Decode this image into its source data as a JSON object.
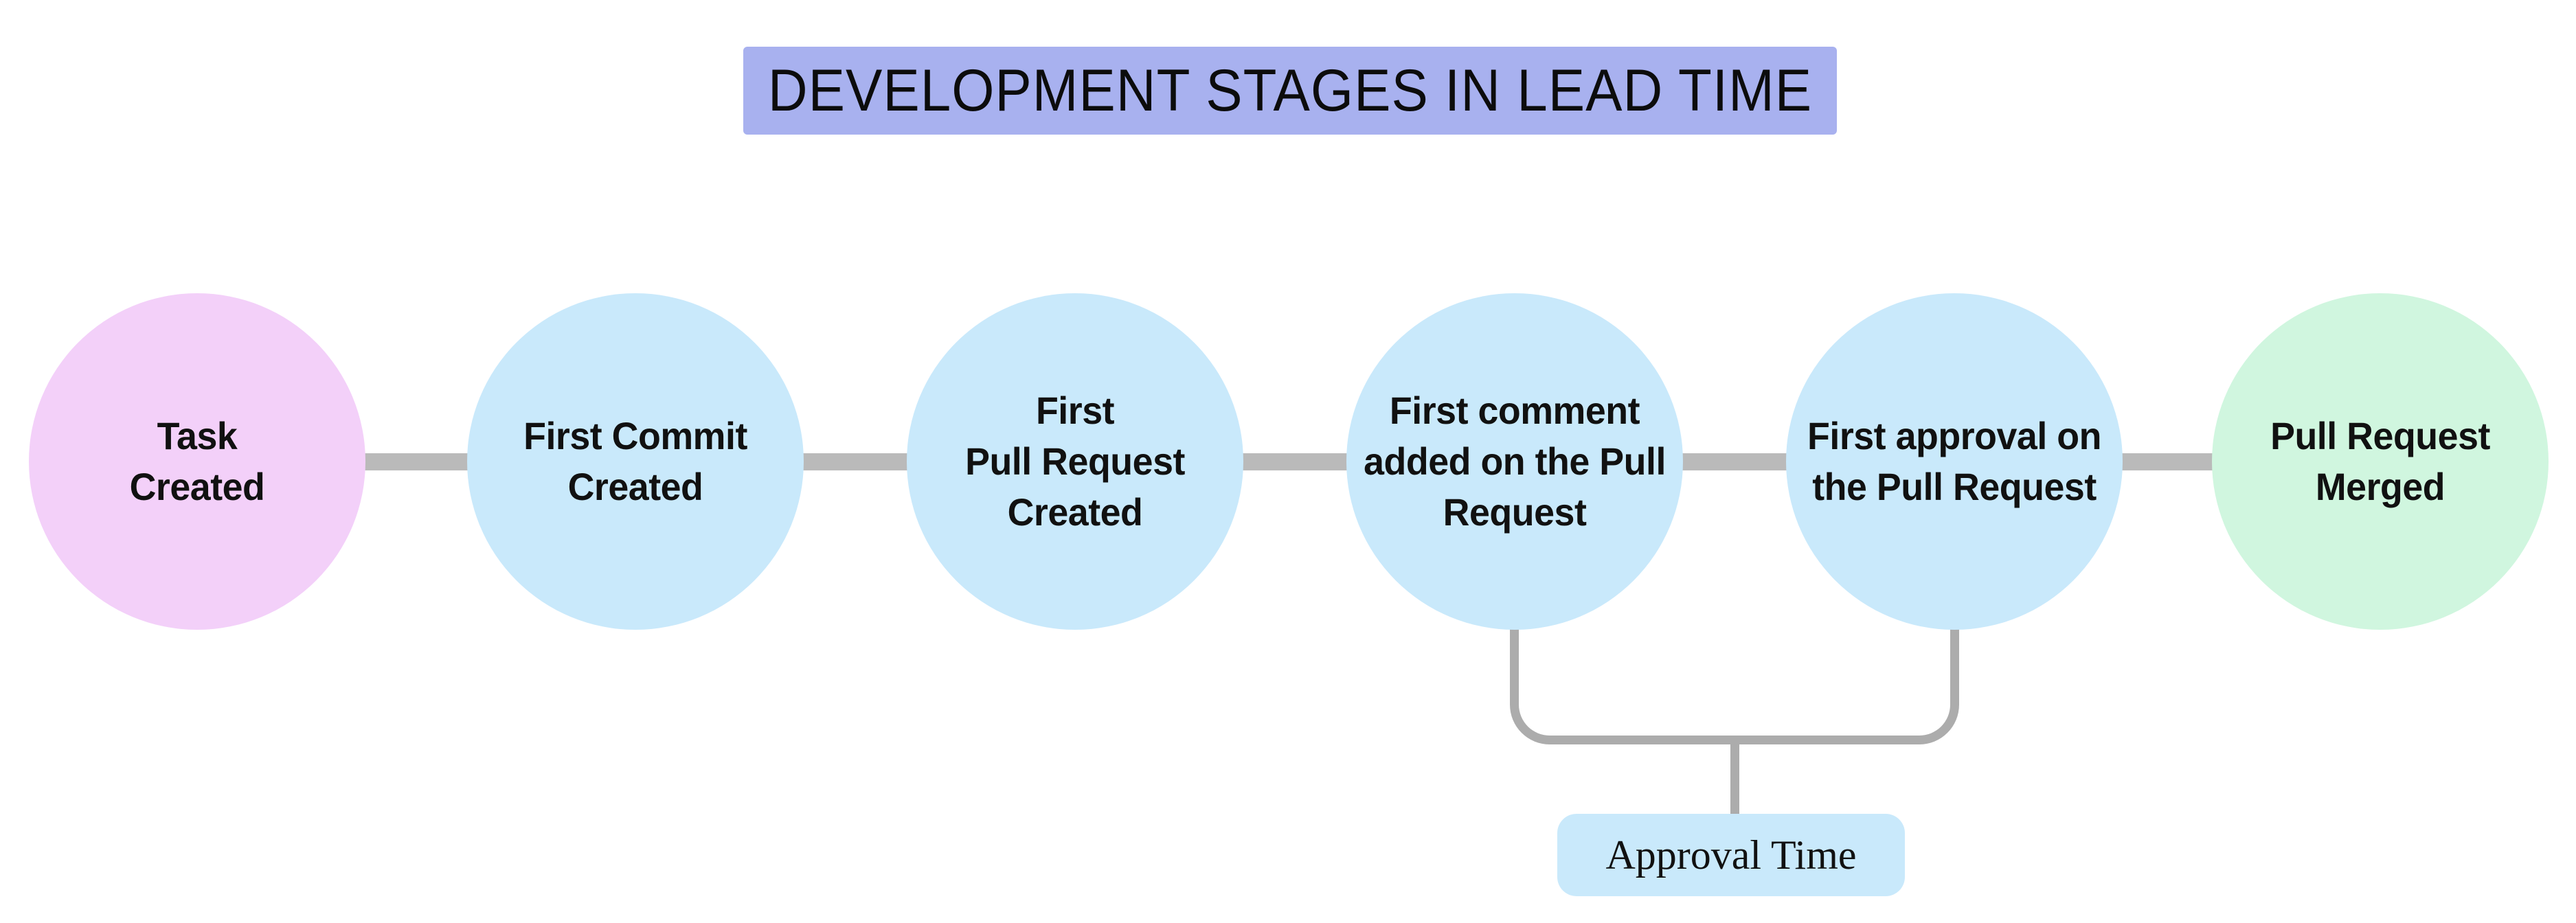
{
  "title": {
    "text": "DEVELOPMENT STAGES IN LEAD TIME"
  },
  "stages": [
    {
      "id": "task-created",
      "label": "Task\nCreated",
      "fill": "#F3D0F9"
    },
    {
      "id": "first-commit-created",
      "label": "First Commit\nCreated",
      "fill": "#C9E9FB"
    },
    {
      "id": "first-pull-request-created",
      "label": "First\nPull Request\nCreated",
      "fill": "#C9E9FB"
    },
    {
      "id": "first-comment-added",
      "label": "First comment\nadded on the Pull\nRequest",
      "fill": "#C9E9FB"
    },
    {
      "id": "first-approval",
      "label": "First approval on\nthe Pull Request",
      "fill": "#C9E9FB"
    },
    {
      "id": "pull-request-merged",
      "label": "Pull Request\nMerged",
      "fill": "#D0F6DF"
    }
  ],
  "annotation": {
    "label": "Approval Time",
    "fill": "#C9E9FB",
    "from_stage": "first-comment-added",
    "to_stage": "first-approval"
  },
  "colors": {
    "background": "#FFFFFF",
    "title_bg": "#A8B1EF",
    "connector": "#BABABA",
    "bracket": "#ACACAC",
    "text": "#111111"
  }
}
